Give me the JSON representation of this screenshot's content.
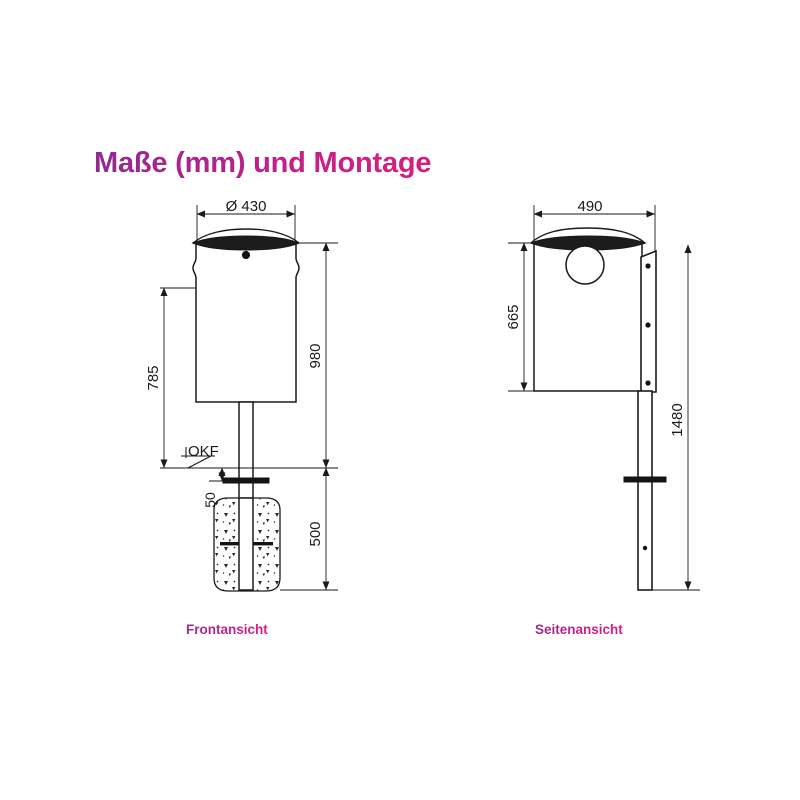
{
  "page": {
    "background_color": "#ffffff",
    "title": "Maße (mm) und Montage",
    "title_color": "#c2218a",
    "line_color": "#1a1a1a"
  },
  "views": {
    "front": {
      "label": "Frontansicht",
      "dimensions": {
        "diameter": "Ø 430",
        "height_total": "980",
        "height_body": "785",
        "ground_offset": "50",
        "foundation_depth": "500",
        "ground_level_marker": "OKF"
      }
    },
    "side": {
      "label": "Seitenansicht",
      "dimensions": {
        "width": "490",
        "height_body": "665",
        "length_total": "1480"
      }
    }
  },
  "chart_data": {
    "type": "table",
    "title": "Maße (mm) und Montage",
    "categories": [
      "Frontansicht",
      "Seitenansicht"
    ],
    "series": [
      {
        "name": "Frontansicht",
        "labels": [
          "Ø 430",
          "980",
          "785",
          "OKF",
          "50",
          "500"
        ],
        "values": [
          430,
          980,
          785,
          0,
          50,
          500
        ]
      },
      {
        "name": "Seitenansicht",
        "labels": [
          "490",
          "665",
          "1480"
        ],
        "values": [
          490,
          665,
          1480
        ]
      }
    ],
    "unit": "mm"
  }
}
